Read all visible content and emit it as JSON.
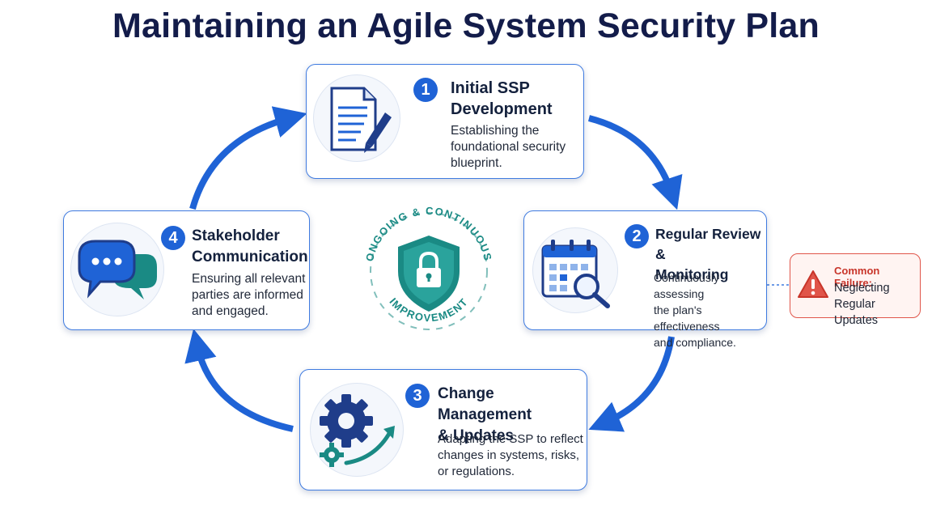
{
  "title": "Maintaining an Agile System Security Plan",
  "center": {
    "top_label": "ONGOING & CONTINUOUS",
    "bottom_label": "IMPROVEMENT"
  },
  "steps": [
    {
      "number": "1",
      "title_line1": "Initial SSP",
      "title_line2": "Development",
      "desc_line1": "Establishing the",
      "desc_line2": "foundational security",
      "desc_line3": "blueprint.",
      "icon": "document-pen-icon"
    },
    {
      "number": "2",
      "title_line1": "Regular Review &",
      "title_line2": "Monitoring",
      "desc_line1": "Continuously assessing",
      "desc_line2": "the plan's effectiveness",
      "desc_line3": "and compliance.",
      "icon": "calendar-magnifier-icon"
    },
    {
      "number": "3",
      "title_line1": "Change Management",
      "title_line2": "& Updates",
      "desc_line1": "Adapting the SSP to reflect",
      "desc_line2": "changes in systems, risks,",
      "desc_line3": "or regulations.",
      "icon": "gears-trend-icon"
    },
    {
      "number": "4",
      "title_line1": "Stakeholder",
      "title_line2": "Communication",
      "desc_line1": "Ensuring all relevant",
      "desc_line2": "parties are informed",
      "desc_line3": "and engaged.",
      "icon": "chat-bubbles-icon"
    }
  ],
  "failure": {
    "heading": "Common Failure:",
    "line1": "Neglecting",
    "line2": "Regular Updates",
    "icon": "warning-triangle-icon"
  },
  "colors": {
    "accent": "#1f63d6",
    "title": "#131c4a",
    "teal": "#1a8a84",
    "warning": "#e0554a"
  }
}
